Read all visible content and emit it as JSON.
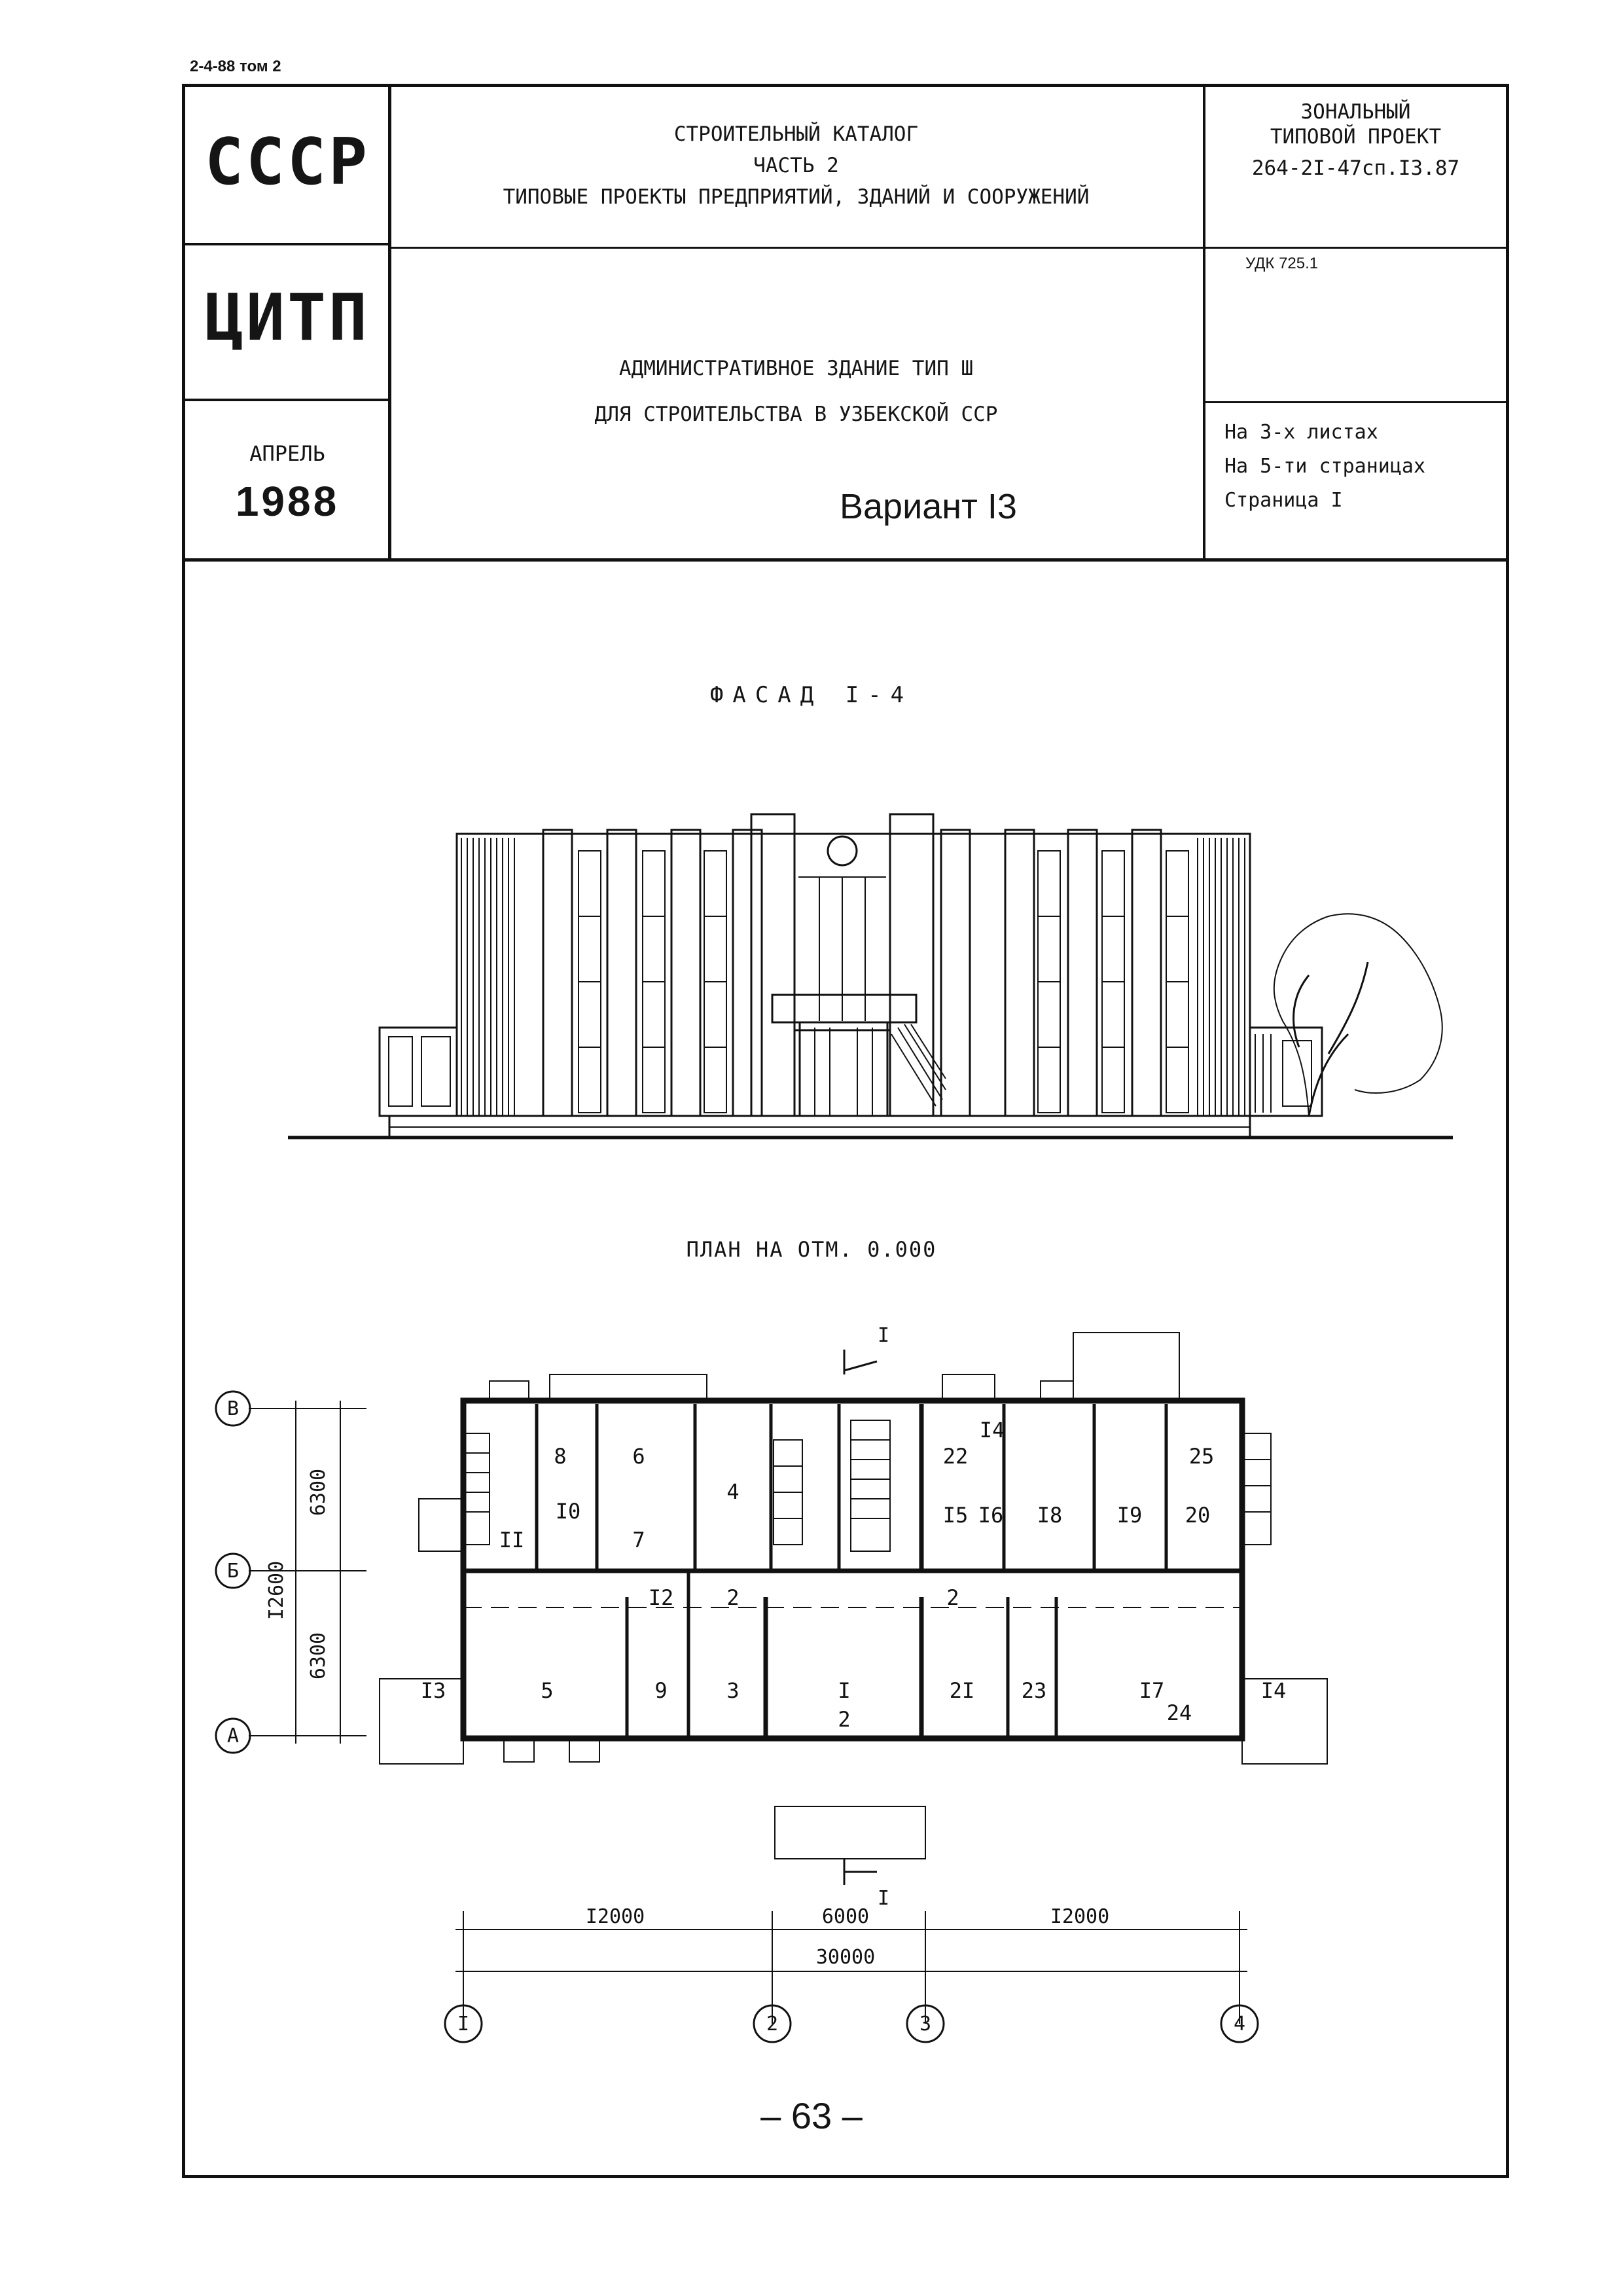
{
  "header": {
    "doc_code": "2-4-88 том 2"
  },
  "title_block": {
    "country": "СССР",
    "org": "ЦИТП",
    "month": "АПРЕЛЬ",
    "year": "1988",
    "catalog_line1": "СТРОИТЕЛЬНЫЙ КАТАЛОГ",
    "catalog_line2": "ЧАСТЬ 2",
    "catalog_line3": "ТИПОВЫЕ ПРОЕКТЫ ПРЕДПРИЯТИЙ, ЗДАНИЙ И СООРУЖЕНИЙ",
    "project_kind1": "ЗОНАЛЬНЫЙ",
    "project_kind2": "ТИПОВОЙ ПРОЕКТ",
    "project_number": "264-2I-47сп.I3.87",
    "udk": "УДК 725.1",
    "building_line1": "АДМИНИСТРАТИВНОЕ ЗДАНИЕ ТИП  Ш",
    "building_line2": "ДЛЯ СТРОИТЕЛЬСТВА В УЗБЕКСКОЙ ССР",
    "variant": "Вариант I3",
    "sheets": "На 3-х листах",
    "pages": "На 5-ти страницах",
    "page": "Страница I"
  },
  "facade": {
    "title": "ФАСАД I-4"
  },
  "plan": {
    "title": "ПЛАН НА ОТМ. 0.000",
    "section_mark": "I",
    "axes_rows": [
      "В",
      "Б",
      "А"
    ],
    "axes_cols": [
      "I",
      "2",
      "3",
      "4"
    ],
    "dims_vertical": [
      "6300",
      "6300",
      "I2600"
    ],
    "dims_horizontal": [
      "I2000",
      "6000",
      "I2000"
    ],
    "dim_total": "30000",
    "rooms": [
      "8",
      "6",
      "4",
      "22",
      "I4",
      "25",
      "I0",
      "I5",
      "I6",
      "I8",
      "I9",
      "20",
      "II",
      "7",
      "I2",
      "2",
      "2",
      "I",
      "I3",
      "5",
      "9",
      "3",
      "2",
      "2I",
      "23",
      "I7",
      "24",
      "I4"
    ]
  },
  "footer": {
    "page_number": "– 63 –"
  }
}
